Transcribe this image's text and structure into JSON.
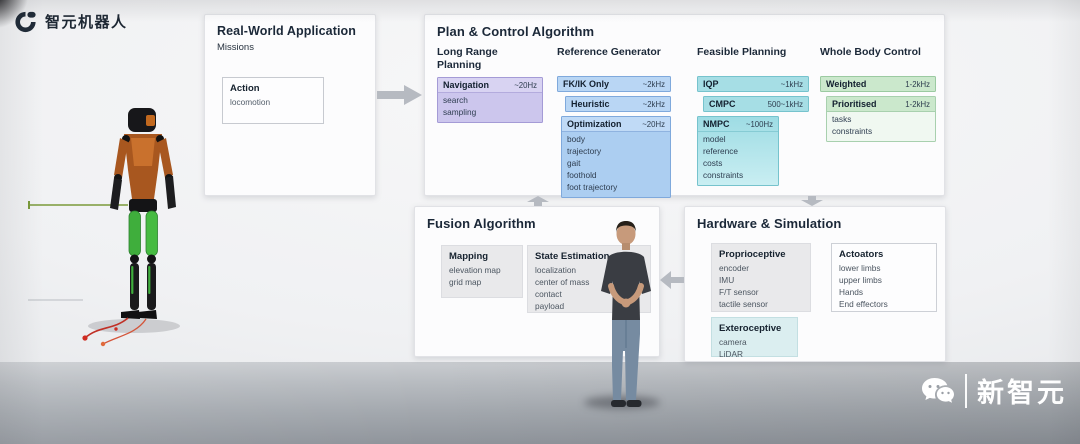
{
  "brand": {
    "name": "智元机器人"
  },
  "real_world": {
    "title": "Real-World Application",
    "subtitle": "Missions",
    "action": {
      "title": "Action",
      "items": [
        "locomotion"
      ]
    }
  },
  "plan": {
    "title": "Plan & Control Algorithm",
    "col1": {
      "title": "Long Range Planning",
      "nav_label": "Navigation",
      "nav_rate": "~20Hz",
      "nav_items": [
        "search",
        "sampling"
      ]
    },
    "col2": {
      "title": "Reference Generator",
      "row1_label": "FK/IK Only",
      "row1_rate": "~2kHz",
      "row2_label": "Heuristic",
      "row2_rate": "~2kHz",
      "opt_label": "Optimization",
      "opt_rate": "~20Hz",
      "opt_items": [
        "body",
        "trajectory",
        "gait",
        "foothold",
        "foot trajectory"
      ]
    },
    "col3": {
      "title": "Feasible Planning",
      "row1_label": "IQP",
      "row1_rate": "~1kHz",
      "row2_label": "CMPC",
      "row2_rate": "500~1kHz",
      "nmpc_label": "NMPC",
      "nmpc_rate": "~100Hz",
      "nmpc_items": [
        "model",
        "reference",
        "costs",
        "constraints"
      ]
    },
    "col4": {
      "title": "Whole Body Control",
      "row1_label": "Weighted",
      "row1_rate": "1-2kHz",
      "row2_label": "Prioritised",
      "row2_rate": "1-2kHz",
      "items": [
        "tasks",
        "constraints"
      ]
    }
  },
  "fusion": {
    "title": "Fusion Algorithm",
    "mapping_title": "Mapping",
    "mapping_items": [
      "elevation map",
      "grid map"
    ],
    "state_title": "State Estimation",
    "state_items": [
      "localization",
      "center of mass",
      "contact",
      "payload"
    ]
  },
  "hardware": {
    "title": "Hardware & Simulation",
    "proprio_title": "Proprioceptive",
    "proprio_items": [
      "encoder",
      "IMU",
      "F/T sensor",
      "tactile sensor"
    ],
    "extero_title": "Exteroceptive",
    "extero_items": [
      "camera",
      "LiDAR"
    ],
    "act_title": "Actoators",
    "act_items": [
      "lower limbs",
      "upper limbs",
      "Hands",
      "End effectors"
    ]
  },
  "watermark": {
    "name": "新智元"
  },
  "icons": {
    "brand_logo_icon": "agibot-mark",
    "watermark_icon": "wechat-chat-bubbles",
    "arrows": [
      "arrow-right",
      "arrow-up",
      "arrow-down",
      "arrow-left"
    ]
  },
  "colors": {
    "purple_box": "#ccc6ed",
    "blue_box": "#accef1",
    "teal_box": "#9edce4",
    "green_box": "#cbe8cc",
    "gray_box": "#e9e9eb",
    "arrow": "#b6bac1",
    "heading_text": "#1b2838"
  }
}
